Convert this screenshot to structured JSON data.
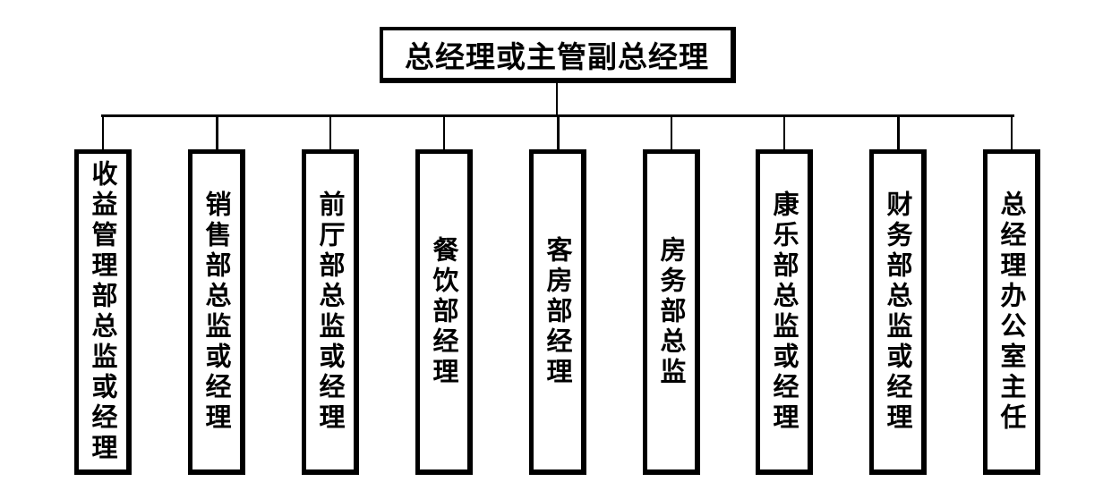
{
  "chart": {
    "title": "酒店组织结构图",
    "root": {
      "label": "总经理或主管副总经理"
    },
    "departments": [
      {
        "label": "收益管理部总监或经理"
      },
      {
        "label": "销售部总监或经理"
      },
      {
        "label": "前厅部总监或经理"
      },
      {
        "label": "餐饮部经理"
      },
      {
        "label": "客房部经理"
      },
      {
        "label": "房务部总监"
      },
      {
        "label": "康乐部总监或经理"
      },
      {
        "label": "财务部总监或经理"
      },
      {
        "label": "总经理办公室主任"
      }
    ],
    "colors": {
      "line": "#000000",
      "box_border": "#000000",
      "box_fill": "#ffffff",
      "text": "#000000"
    }
  }
}
